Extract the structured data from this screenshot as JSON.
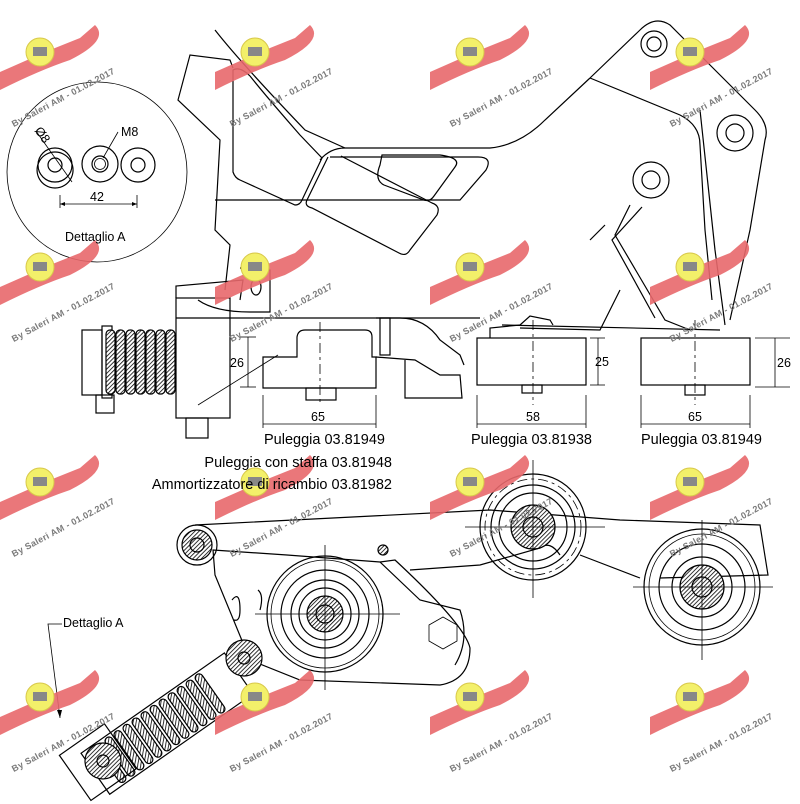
{
  "detail_a": {
    "title": "Dettaglio A",
    "hole_diameter": "Ø8",
    "thread": "M8",
    "spacing": "42"
  },
  "dimensions": {
    "pulley1_height": "26",
    "pulley1_width": "65",
    "pulley2_height": "25",
    "pulley2_width": "58",
    "pulley3_height": "26",
    "pulley3_width": "65"
  },
  "labels": {
    "pulley1": "Puleggia 03.81949",
    "pulley2": "Puleggia 03.81938",
    "pulley3": "Puleggia 03.81949",
    "pulley_bracket": "Puleggia con staffa 03.81948",
    "damper": "Ammortizzatore di ricambio 03.81982",
    "detail_callout": "Dettaglio A"
  },
  "watermark": {
    "text": "By Saleri AM - 01.02.2017",
    "logo_color": "#e8686b",
    "badge_color": "#f3f06a"
  }
}
